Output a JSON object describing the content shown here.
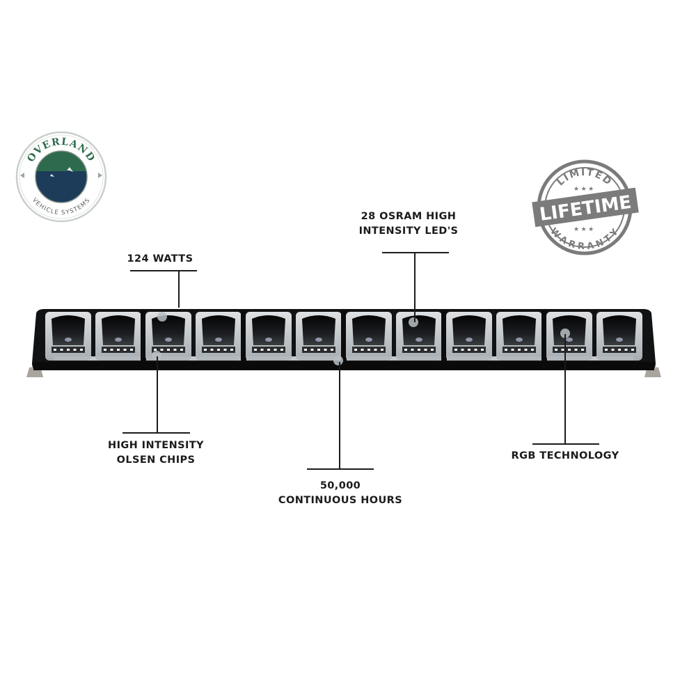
{
  "brand_logo": {
    "top_text": "OVERLAND",
    "bottom_text": "VEHICLE SYSTEMS",
    "colors": {
      "green": "#2e6b4c",
      "navy": "#1d3c5a",
      "ring": "#c9cfc9"
    }
  },
  "warranty_badge": {
    "top_text": "LIMITED",
    "banner_text": "LIFETIME",
    "bottom_text": "WARRANTY",
    "color": "#7b7b7b"
  },
  "callouts": {
    "watts": [
      "124 WATTS"
    ],
    "osram": [
      "28 OSRAM HIGH",
      "INTENSITY LED'S"
    ],
    "olsen": [
      "HIGH INTENSITY",
      "OLSEN CHIPS"
    ],
    "hours": [
      "50,000",
      "CONTINUOUS HOURS"
    ],
    "rgb": [
      "RGB TECHNOLOGY"
    ]
  },
  "product": {
    "name_icon": "led-light-bar",
    "pod_count": 12
  }
}
